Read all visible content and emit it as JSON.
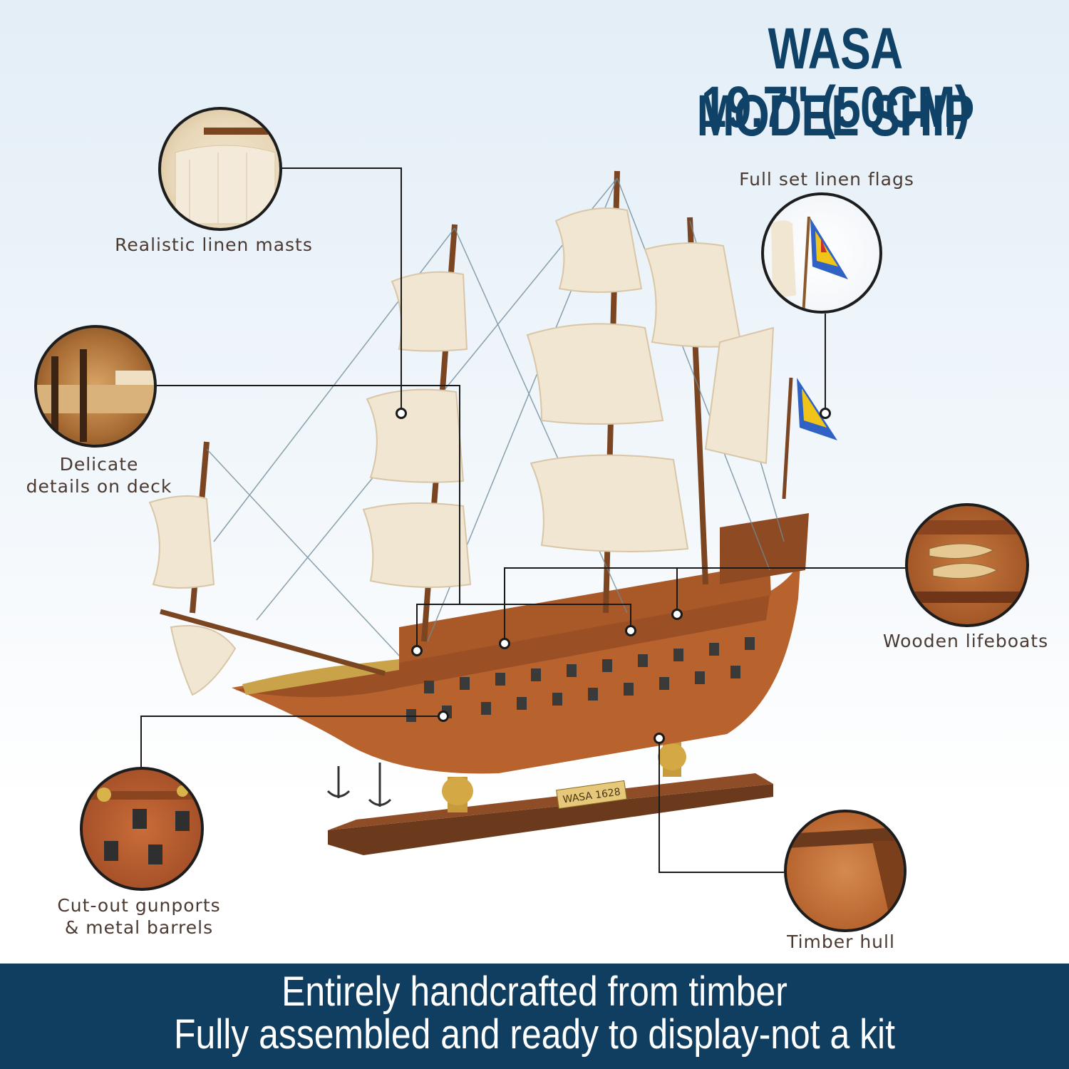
{
  "header": {
    "title_line1": "WASA MODEL SHIP",
    "title_line2": "19.7\" (50CM)"
  },
  "features": [
    {
      "key": "masts",
      "text": "Realistic linen masts"
    },
    {
      "key": "deck_line1",
      "text": "Delicate"
    },
    {
      "key": "deck_line2",
      "text": "details on deck"
    },
    {
      "key": "gunports_line1",
      "text": "Cut-out gunports"
    },
    {
      "key": "gunports_line2",
      "text": "& metal barrels"
    },
    {
      "key": "flags",
      "text": "Full set linen flags"
    },
    {
      "key": "lifeboats",
      "text": "Wooden lifeboats"
    },
    {
      "key": "hull",
      "text": "Timber hull"
    }
  ],
  "nameplate": {
    "text": "WASA 1628"
  },
  "banner": {
    "line1": "Entirely handcrafted from timber",
    "line2": "Fully assembled and ready to display-not a kit"
  },
  "colors": {
    "title": "#0f4266",
    "banner_bg": "#0f3e60",
    "hull": "#b8622e",
    "sail": "#f1e6d2"
  }
}
